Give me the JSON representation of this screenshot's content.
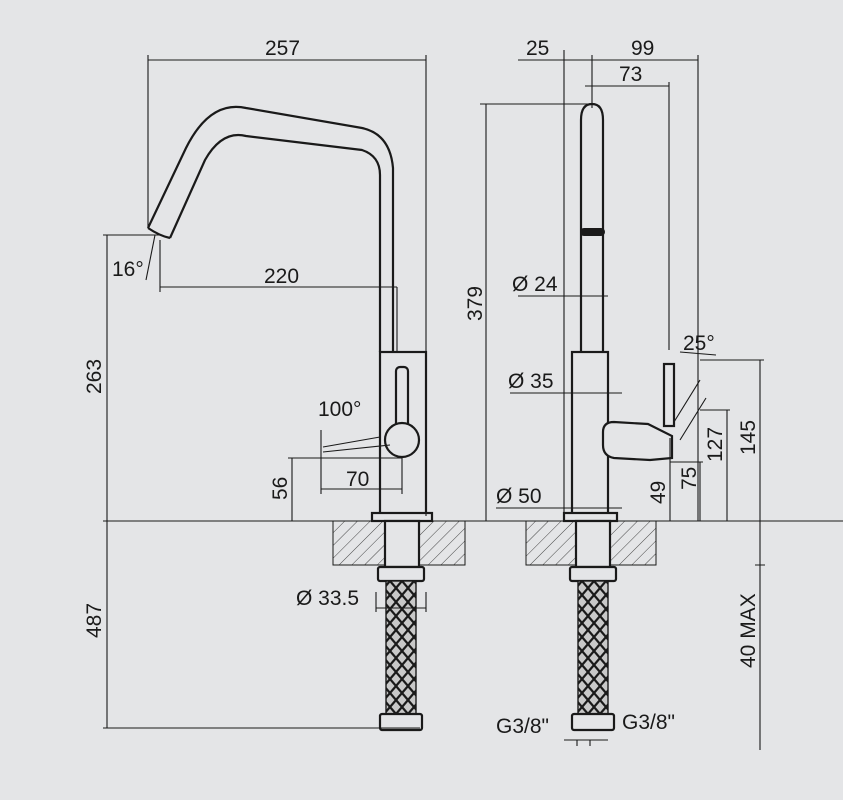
{
  "dimensions": {
    "overall_width": "257",
    "spout_reach": "220",
    "spout_angle": "16°",
    "spout_height": "263",
    "lever_swing": "100°",
    "lever_offset": "70",
    "lever_height": "56",
    "shank_diameter": "Ø 33.5",
    "hose_length": "487",
    "spout_front": "25",
    "side_depth": "99",
    "lever_depth": "73",
    "total_height": "379",
    "spout_diameter": "Ø 24",
    "body_diameter": "Ø 35",
    "base_diameter": "Ø 50",
    "lever_angle": "25°",
    "lever_top": "145",
    "lever_mid": "127",
    "lever_low": "75",
    "lever_base": "49",
    "max_thickness": "40 MAX",
    "connection_left": "G3/8\"",
    "connection_right": "G3/8\""
  }
}
